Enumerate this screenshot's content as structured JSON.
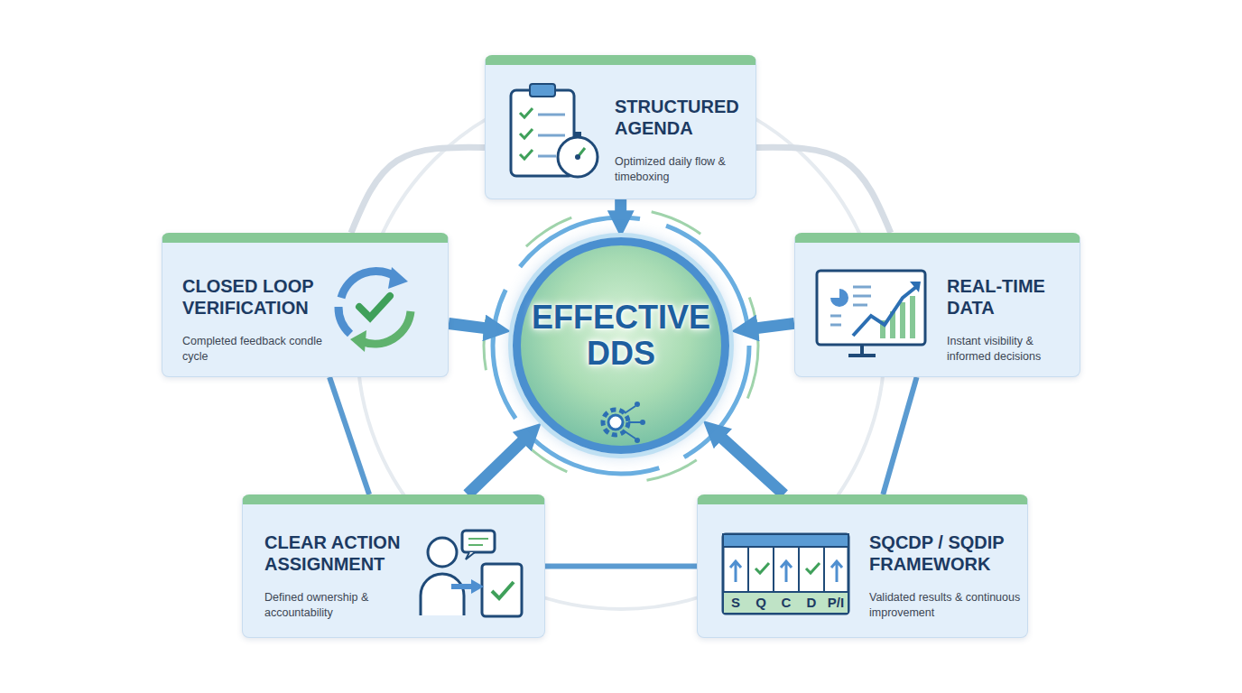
{
  "diagram": {
    "nodes": [
      {
        "text": [
          "STRUCTURED AGENDA",
          "Optimized daily flow & timeboxing"
        ]
      },
      {
        "text": [
          "CLOSED LOOP VERIFICATION",
          "Completed feedback condle cycle"
        ]
      },
      {
        "text": [
          "EFFECTIVE DDS"
        ]
      },
      {
        "text": [
          "REAL-TIME DATA",
          "Instant visibility & informed decisions"
        ]
      },
      {
        "text": [
          "CLEAR ACTION ASSIGNMENT",
          "Defined ownership & accountability"
        ]
      },
      {
        "text": [
          "SQCDP / SQDIP FRAMEWORK",
          "Validated results & continuous improvement"
        ]
      }
    ],
    "edges": [
      {
        "from": 0,
        "to": 2,
        "arrow": "to"
      },
      {
        "from": 1,
        "to": 2,
        "arrow": "to"
      },
      {
        "from": 3,
        "to": 2,
        "arrow": "to"
      },
      {
        "from": 4,
        "to": 2,
        "arrow": "to"
      },
      {
        "from": 5,
        "to": 2,
        "arrow": "to"
      },
      {
        "from": 0,
        "to": 3,
        "arrow": "none"
      },
      {
        "from": 3,
        "to": 5,
        "arrow": "none"
      },
      {
        "from": 5,
        "to": 4,
        "arrow": "none"
      },
      {
        "from": 4,
        "to": 1,
        "arrow": "none"
      },
      {
        "from": 1,
        "to": 0,
        "arrow": "none"
      }
    ],
    "labels": [
      "S",
      "Q",
      "C",
      "D",
      "P/I"
    ]
  }
}
